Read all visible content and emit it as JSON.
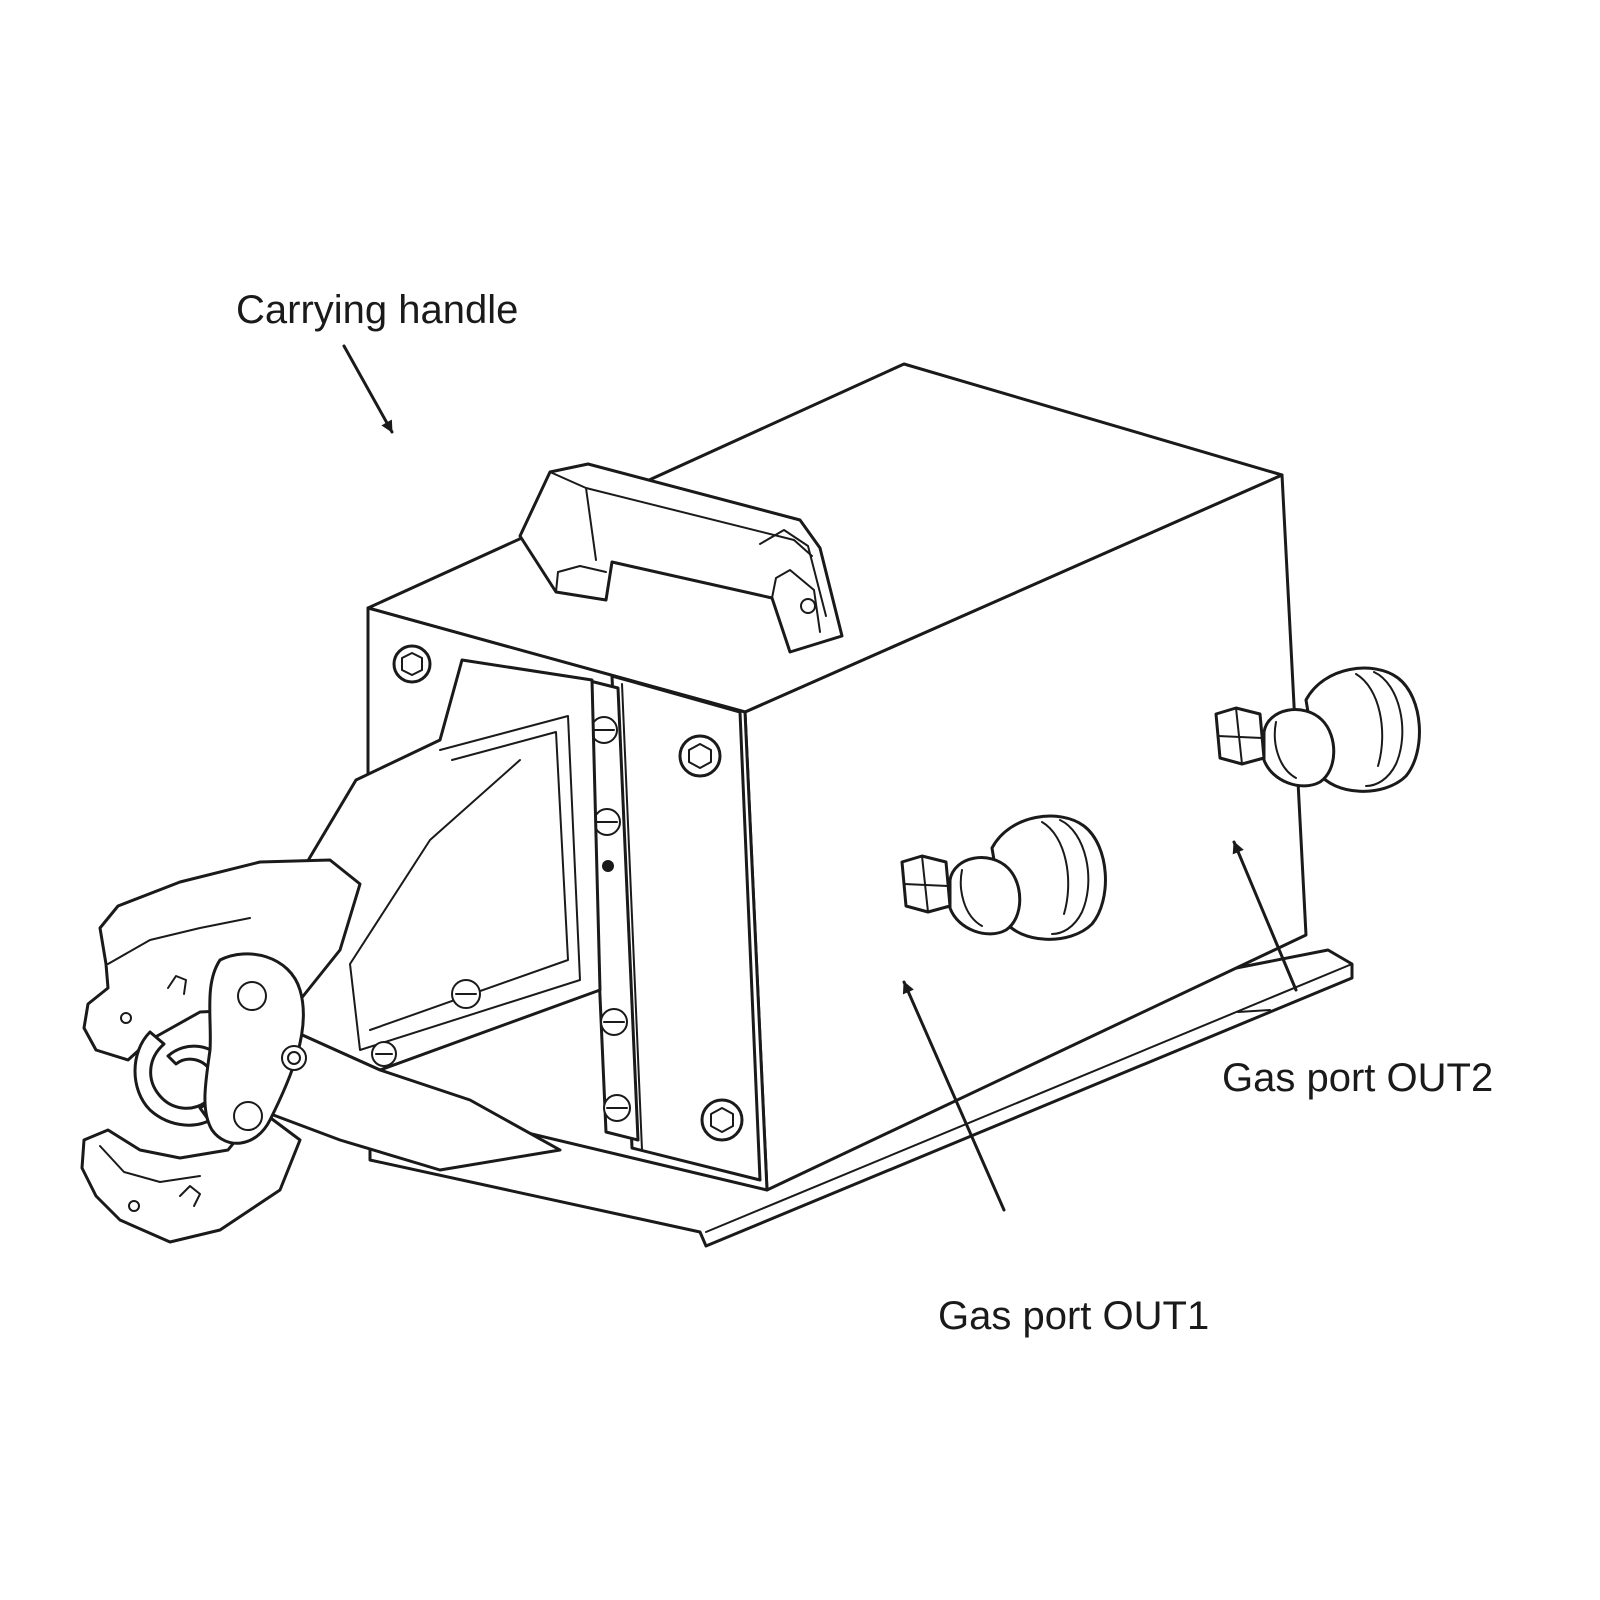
{
  "labels": {
    "carrying_handle": "Carrying handle",
    "gas_port_out2": "Gas port OUT2",
    "gas_port_out1": "Gas port OUT1"
  },
  "colors": {
    "line": "#1a1a1a",
    "background": "#ffffff"
  }
}
